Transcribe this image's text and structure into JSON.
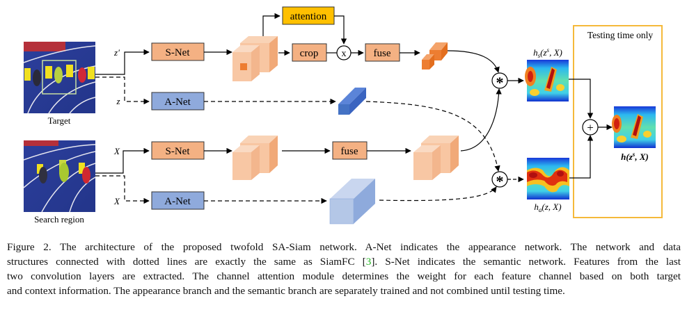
{
  "figure": {
    "inputs": {
      "target_label": "Target",
      "search_label": "Search region"
    },
    "branch_labels": {
      "z_prime": "z′",
      "z": "z",
      "X_top": "X",
      "X_bottom": "X"
    },
    "blocks": {
      "snet_top": "S-Net",
      "anet_top": "A-Net",
      "snet_bottom": "S-Net",
      "anet_bottom": "A-Net",
      "attention": "attention",
      "crop": "crop",
      "multiply_symbol": "x",
      "fuse_top": "fuse",
      "fuse_bottom": "fuse",
      "correlation_symbol": "*",
      "sum_symbol": "+"
    },
    "heatmaps": {
      "hs_label": "h",
      "hs_sub": "s",
      "hs_args": "(z",
      "hs_sup": "s",
      "hs_tail": ", X)",
      "ha_label": "h",
      "ha_sub": "a",
      "ha_args": "(z, X)",
      "h_label": "h(z",
      "h_sup": "s",
      "h_tail": ", X)"
    },
    "testing_box_label": "Testing time only",
    "colors": {
      "snet_fill": "#f4b183",
      "anet_fill": "#8faadc",
      "attention_fill": "#ffc000",
      "testing_box_border": "#f5b93a",
      "ref_link": "#22b422"
    }
  },
  "caption": {
    "lines": [
      "Figure 2. The architecture of the proposed twofold SA-Siam network.  A-Net indicates the appearance network.  The network and data",
      "structures connected with dotted lines are exactly the same as SiamFC [",
      "two convolution layers are extracted.  The channel attention module determines the weight for each feature channel based on both target",
      "and context information. The appearance branch and the semantic branch are separately trained and not combined until testing time."
    ],
    "line2_ref": "3",
    "line2_tail": "].  S-Net indicates the semantic network.  Features from the last"
  }
}
